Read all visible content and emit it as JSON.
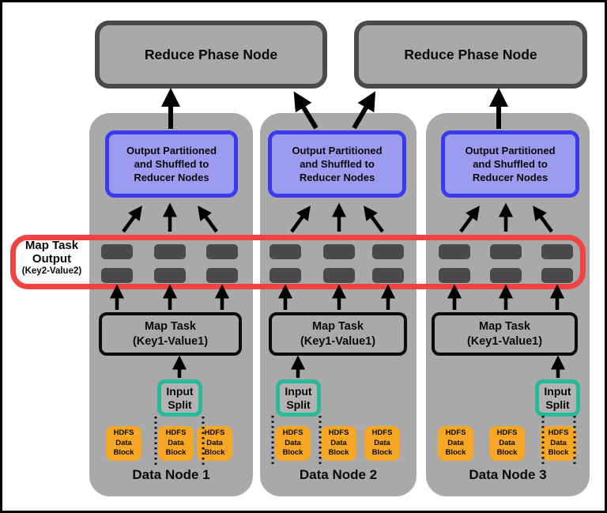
{
  "reduce_nodes": [
    {
      "label": "Reduce Phase Node"
    },
    {
      "label": "Reduce Phase Node"
    }
  ],
  "map_output_band": {
    "line1": "Map Task",
    "line2": "Output",
    "line3": "(Key2-Value2)"
  },
  "columns": [
    {
      "node_label": "Data Node 1",
      "output_box_lines": [
        "Output Partitioned",
        "and Shuffled to",
        "Reducer Nodes"
      ],
      "map_task_lines": [
        "Map Task",
        "(Key1-Value1)"
      ],
      "input_split_lines": [
        "Input",
        "Split"
      ],
      "hdfs_blocks": [
        [
          "HDFS",
          "Data",
          "Block"
        ],
        [
          "HDFS",
          "Data",
          "Block"
        ],
        [
          "HDFS",
          "Data",
          "Block"
        ]
      ]
    },
    {
      "node_label": "Data Node 2",
      "output_box_lines": [
        "Output Partitioned",
        "and Shuffled to",
        "Reducer Nodes"
      ],
      "map_task_lines": [
        "Map Task",
        "(Key1-Value1)"
      ],
      "input_split_lines": [
        "Input",
        "Split"
      ],
      "hdfs_blocks": [
        [
          "HDFS",
          "Data",
          "Block"
        ],
        [
          "HDFS",
          "Data",
          "Block"
        ],
        [
          "HDFS",
          "Data",
          "Block"
        ]
      ]
    },
    {
      "node_label": "Data Node 3",
      "output_box_lines": [
        "Output Partitioned",
        "and Shuffled to",
        "Reducer Nodes"
      ],
      "map_task_lines": [
        "Map Task",
        "(Key1-Value1)"
      ],
      "input_split_lines": [
        "Input",
        "Split"
      ],
      "hdfs_blocks": [
        [
          "HDFS",
          "Data",
          "Block"
        ],
        [
          "HDFS",
          "Data",
          "Block"
        ],
        [
          "HDFS",
          "Data",
          "Block"
        ]
      ]
    }
  ],
  "colors": {
    "panel": "#a9a9a9",
    "reduce_fill": "#a9a9a9",
    "reduce_border": "#4a4a4a",
    "blue_fill": "#9b9bef",
    "blue_border": "#3a3af2",
    "dark_block": "#4a4a4a",
    "red": "#f24343",
    "teal": "#27b99b",
    "orange": "#f7a723",
    "arrow": "#000000",
    "input_fill": "#b3b3b3",
    "text": "#0a0a0a"
  }
}
